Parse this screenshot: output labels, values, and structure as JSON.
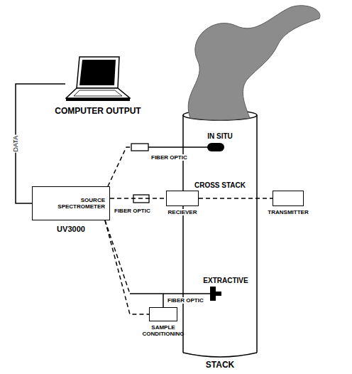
{
  "diagram": {
    "nodes": [
      {
        "text": [
          "COMPUTER OUTPUT"
        ]
      },
      {
        "text": [
          "SOURCE SPECTROMETER",
          "UV3000"
        ]
      },
      {
        "text": [
          "RECIEVER"
        ]
      },
      {
        "text": [
          "TRANSMITTER"
        ]
      },
      {
        "text": [
          "SAMPLE CONDITIONING"
        ]
      }
    ],
    "edges": [
      {
        "from": 0,
        "to": 1,
        "label": "DATA",
        "arrow": "none"
      },
      {
        "from": 1,
        "to": 2,
        "arrow": "none"
      },
      {
        "from": 2,
        "to": 3,
        "arrow": "none"
      },
      {
        "from": 1,
        "to": 4,
        "arrow": "none"
      }
    ],
    "labels": [
      "IN SITU",
      "FIBER OPTIC",
      "CROSS STACK",
      "FIBER OPTIC",
      "EXTRACTIVE",
      "FIBER OPTIC",
      "STACK"
    ]
  }
}
